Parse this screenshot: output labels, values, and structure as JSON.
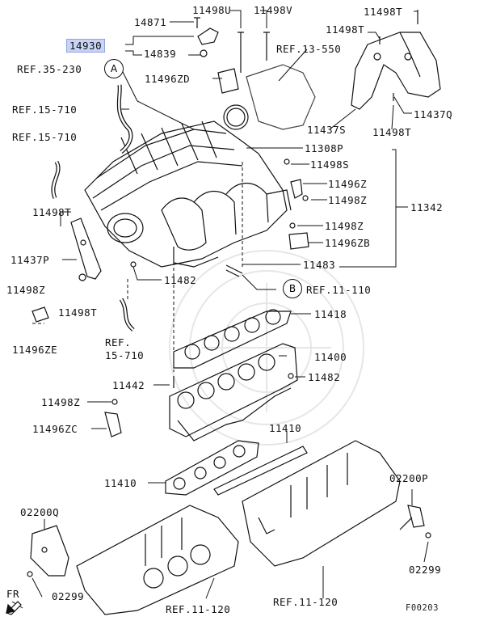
{
  "diagram": {
    "code": "F00203",
    "fr_label": "FR",
    "callouts": {
      "a": "A",
      "b": "B"
    },
    "labels": {
      "p14871": "14871",
      "p11498u": "11498U",
      "p11498v": "11498V",
      "p11498t_top": "11498T",
      "p11498t_top2": "11498T",
      "p14930": "14930",
      "p14839": "14839",
      "ref13550": "REF.13-550",
      "ref35230": "REF.35-230",
      "p11496zd": "11496ZD",
      "p11437q": "11437Q",
      "ref15710_a": "REF.15-710",
      "ref15710_b": "REF.15-710",
      "p11437s": "11437S",
      "p11498t_r": "11498T",
      "p11308p": "11308P",
      "p11498s": "11498S",
      "p11496z": "11496Z",
      "p11498z_a": "11498Z",
      "p11342": "11342",
      "p11498t_l": "11498T",
      "p11498z_b": "11498Z",
      "p11496zb": "11496ZB",
      "p11437p": "11437P",
      "p11483": "11483",
      "p11482_a": "11482",
      "ref11110": "REF.11-110",
      "p11498z_l": "11498Z",
      "p11498t_l2": "11498T",
      "p11418": "11418",
      "p11496ze": "11496ZE",
      "ref15710_c1": "REF.",
      "ref15710_c2": "15-710",
      "p11400": "11400",
      "p11442": "11442",
      "p11482_b": "11482",
      "p11498z_c": "11498Z",
      "p11496zc": "11496ZC",
      "p11410_a": "11410",
      "p11410_b": "11410",
      "p02200p": "02200P",
      "p02200q": "02200Q",
      "p02299_r": "02299",
      "p02299_l": "02299",
      "ref11120_a": "REF.11-120",
      "ref11120_b": "REF.11-120"
    }
  }
}
